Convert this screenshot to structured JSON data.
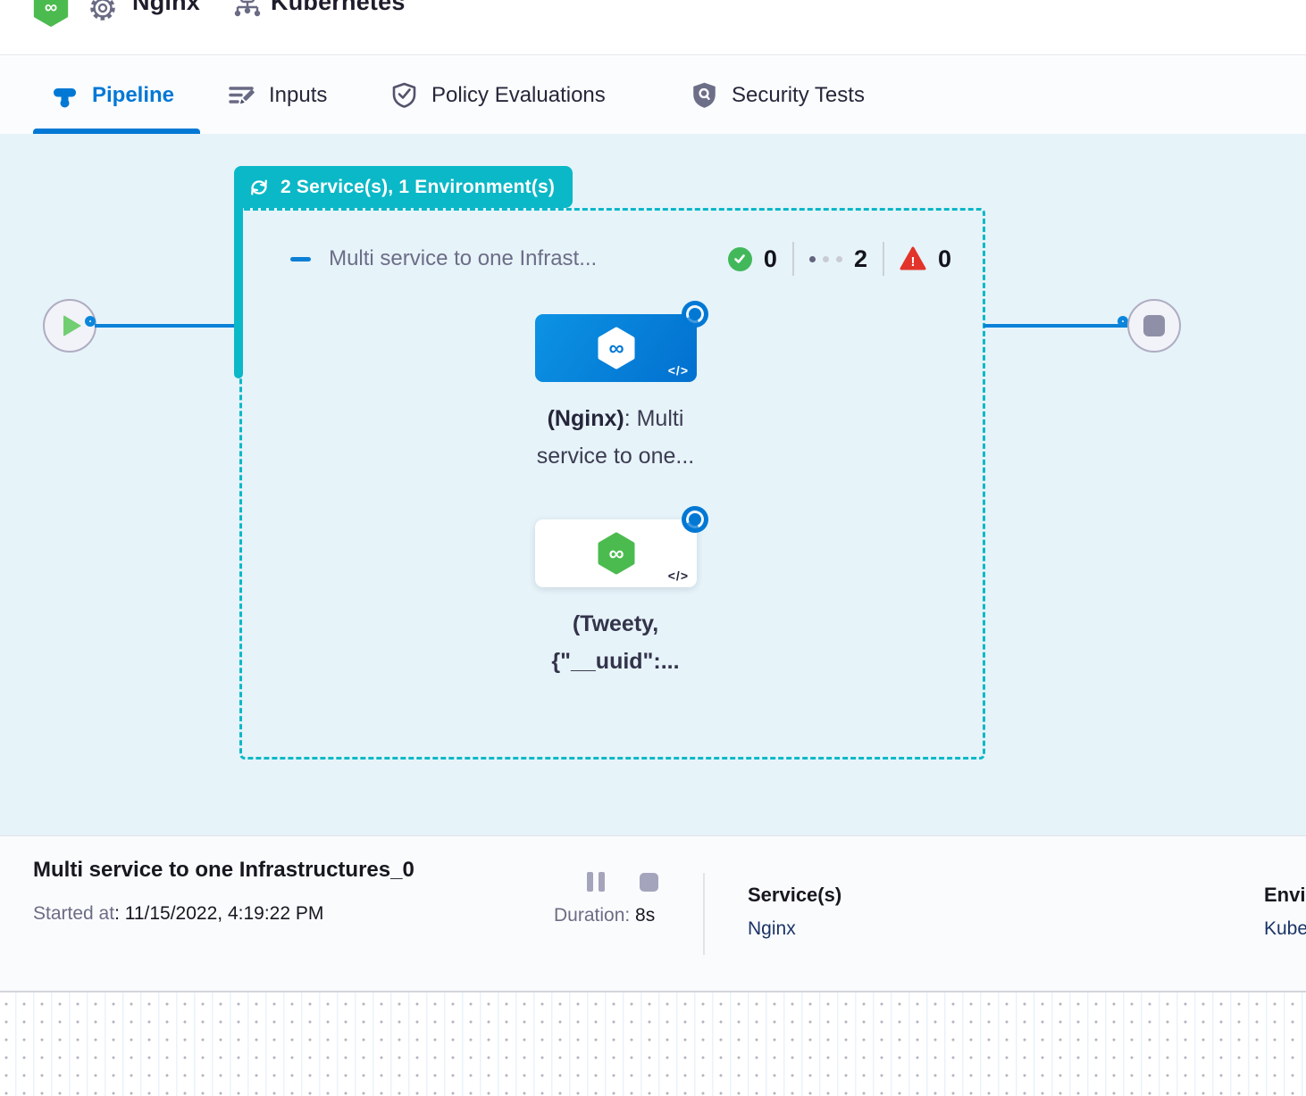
{
  "header": {
    "pipeline_name": "Nginx",
    "environment_name": "Kubernetes"
  },
  "tabs": [
    {
      "label": "Pipeline",
      "active": true
    },
    {
      "label": "Inputs",
      "active": false
    },
    {
      "label": "Policy Evaluations",
      "active": false
    },
    {
      "label": "Security Tests",
      "active": false
    }
  ],
  "canvas": {
    "stage_badge_label": "2 Service(s), 1 Environment(s)",
    "stage_title": "Multi service to one Infrast...",
    "status": {
      "success_count": "0",
      "running_count": "2",
      "failed_count": "0",
      "failed_mark": "!"
    },
    "node1": {
      "name_bold": "(Nginx)",
      "name_rest": ": Multi",
      "name_line2": "service to one...",
      "code_glyph": "</>"
    },
    "node2": {
      "name_line1": "(Tweety,",
      "name_line2": "{\"__uuid\":...",
      "code_glyph": "</>"
    }
  },
  "footer": {
    "title": "Multi service to one Infrastructures_0",
    "started_label": "Started at",
    "started_value": ": 11/15/2022, 4:19:22 PM",
    "duration_label": "Duration: ",
    "duration_value": "8s",
    "services_label": "Service(s)",
    "services_value": "Nginx",
    "environments_label": "Environment(s)",
    "environments_value": "Kubernetes"
  },
  "icons": {
    "infinity_glyph": "∞"
  },
  "colors": {
    "teal": "#0bb8c7",
    "primary_blue": "#0278d5",
    "success_green": "#42b85a",
    "error_red": "#e2342a",
    "canvas_blue": "#e6f3f9",
    "harness_green": "#4cbb4f"
  }
}
